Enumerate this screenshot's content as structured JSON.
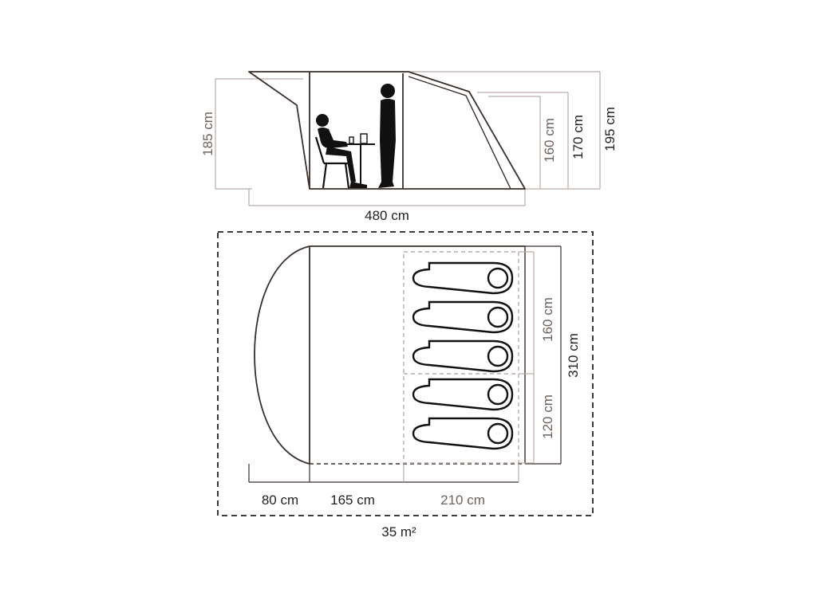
{
  "side_view": {
    "length": "480 cm",
    "canopy_height": "185 cm",
    "bedroom_height": "160 cm",
    "mid_height": "170 cm",
    "peak_height": "195 cm"
  },
  "floor_plan": {
    "canopy_depth": "80 cm",
    "living_depth": "165 cm",
    "bedroom_depth": "210 cm",
    "width": "310 cm",
    "bedroom_a_width": "160 cm",
    "bedroom_b_width": "120 cm",
    "footprint_area": "35 m²",
    "sleeping_bag_count": 5
  },
  "colors": {
    "outline": "#3a2f2a",
    "guide": "#b8aca6",
    "figure": "#111111",
    "text_dark": "#222222",
    "text_muted": "#6e625b"
  }
}
